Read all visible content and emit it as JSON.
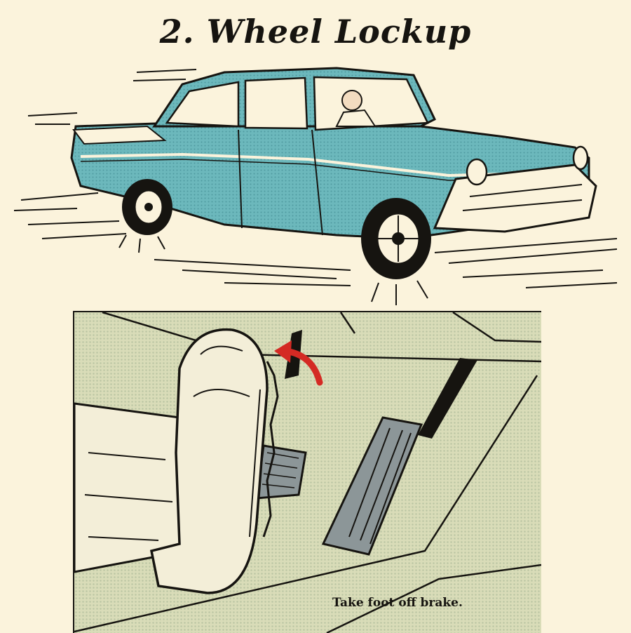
{
  "title": "2. Wheel Lockup",
  "caption": "Take foot off brake.",
  "colors": {
    "background": "#fbf3dc",
    "car_body": "#6cb8bc",
    "floor_panel": "#d9dcb8",
    "arrow": "#d42a24",
    "ink": "#161410"
  },
  "icons": {
    "car": "classic-sedan-illustration",
    "wheel": "locked-wheel",
    "foot": "boot-foot",
    "brake_pedal": "brake-pedal",
    "gas_pedal": "accelerator-pedal",
    "arrow": "lift-arrow"
  }
}
